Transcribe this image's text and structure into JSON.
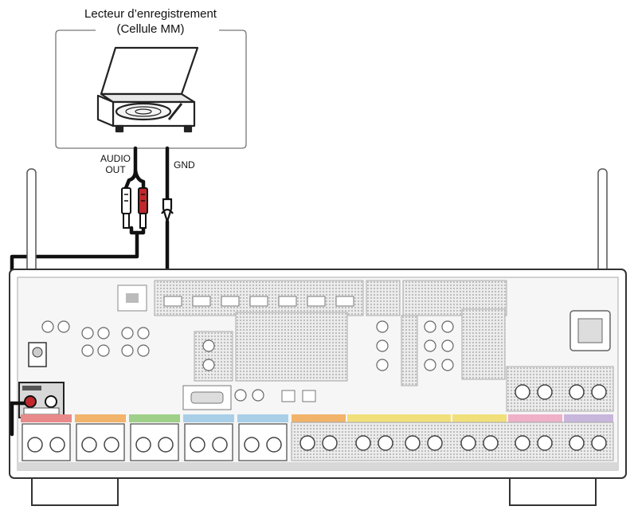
{
  "turntable": {
    "title_line1": "Lecteur d’enregistrement",
    "title_line2": "(Cellule MM)"
  },
  "labels": {
    "audio_out_line1": "AUDIO",
    "audio_out_line2": "OUT",
    "gnd": "GND"
  },
  "colors": {
    "cable": "#111111",
    "rca_red": "#c0282d",
    "receiver_outline": "#333333",
    "panel_gray": "#c9c9c9",
    "label_red": "#e98a8a",
    "label_orange": "#f2b36b",
    "label_green": "#9fd08a",
    "label_blue": "#a9cfe8",
    "label_yellow": "#f1e07a",
    "label_purple": "#c8b6dd",
    "label_pink": "#efb0c8"
  }
}
